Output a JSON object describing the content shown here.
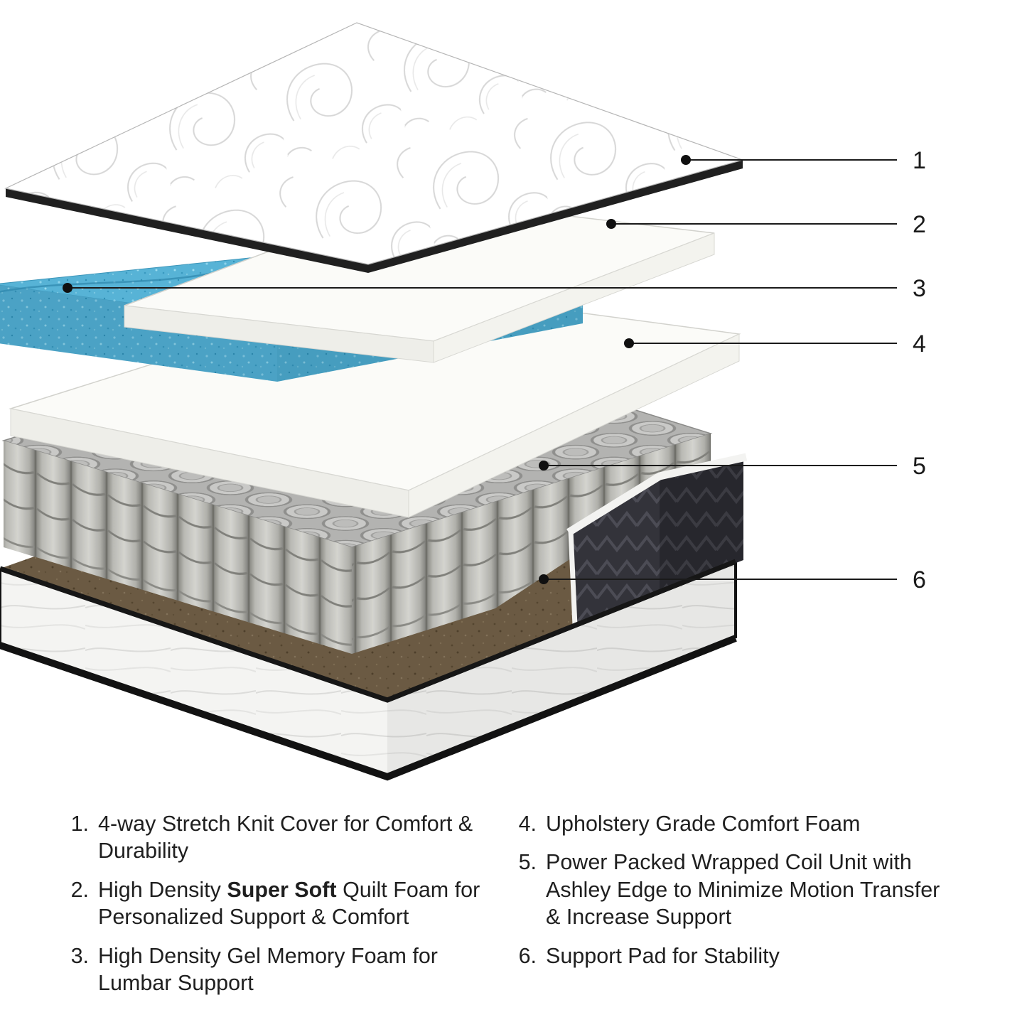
{
  "callouts": [
    "1",
    "2",
    "3",
    "4",
    "5",
    "6"
  ],
  "legend": {
    "left": [
      {
        "num": "1.",
        "pre": "4-way Stretch Knit Cover for Comfort & Durability",
        "bold": "",
        "post": ""
      },
      {
        "num": "2.",
        "pre": "High Density ",
        "bold": "Super Soft",
        "post": " Quilt Foam for Personalized Support & Comfort"
      },
      {
        "num": "3.",
        "pre": "High Density Gel Memory Foam for Lumbar Support",
        "bold": "",
        "post": ""
      }
    ],
    "right": [
      {
        "num": "4.",
        "pre": "Upholstery Grade Comfort Foam",
        "bold": "",
        "post": ""
      },
      {
        "num": "5.",
        "pre": "Power Packed Wrapped Coil Unit with Ashley Edge to Minimize Motion Transfer & Increase Support",
        "bold": "",
        "post": ""
      },
      {
        "num": "6.",
        "pre": "Support Pad for Stability",
        "bold": "",
        "post": ""
      }
    ]
  },
  "colors": {
    "background": "#ffffff",
    "text": "#1f1f1f",
    "callout_line": "#1a1a1a",
    "gel_foam_blue": "#57b3d6",
    "coil_gray": "#b3b3b1",
    "support_pad_brown": "#6b5a43",
    "cover_edge_black": "#202020",
    "corner_cover_dark": "#33333a",
    "foam_white": "#fbfbf8"
  }
}
